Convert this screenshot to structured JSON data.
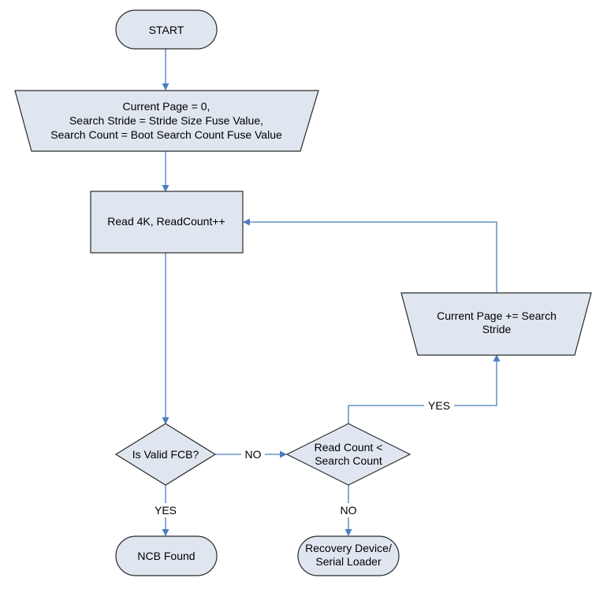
{
  "nodes": {
    "start": "START",
    "init_line1": "Current Page = 0,",
    "init_line2": "Search Stride = Stride Size Fuse Value,",
    "init_line3": "Search Count = Boot Search Count Fuse Value",
    "read": "Read 4K, ReadCount++",
    "increment_line1": "Current Page += Search",
    "increment_line2": "Stride",
    "valid_fcb": "Is Valid FCB?",
    "read_count_line1": "Read Count <",
    "read_count_line2": "Search Count",
    "ncb_found": "NCB Found",
    "recovery_line1": "Recovery Device/",
    "recovery_line2": "Serial Loader"
  },
  "edges": {
    "valid_no": "NO",
    "count_yes": "YES",
    "valid_yes": "YES",
    "count_no": "NO"
  },
  "colors": {
    "shape_fill": "#dfe6ef",
    "shape_stroke": "#2b2b2b",
    "connector": "#4a7dbf"
  }
}
